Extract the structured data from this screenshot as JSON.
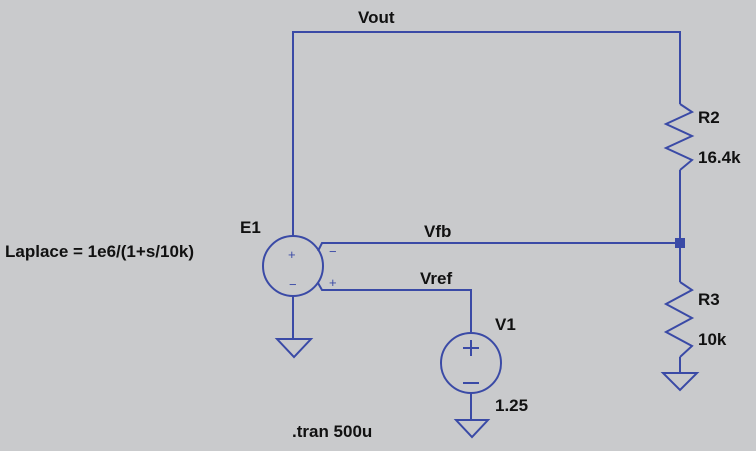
{
  "nets": {
    "vout": "Vout",
    "vfb": "Vfb",
    "vref": "Vref"
  },
  "components": {
    "e1": {
      "name": "E1",
      "value": "Laplace = 1e6/(1+s/10k)",
      "pin_plus": "+",
      "pin_minus": "−",
      "in_minus": "−",
      "in_plus": "+"
    },
    "r2": {
      "name": "R2",
      "value": "16.4k"
    },
    "r3": {
      "name": "R3",
      "value": "10k"
    },
    "v1": {
      "name": "V1",
      "value": "1.25"
    }
  },
  "directive": ".tran 500u",
  "colors": {
    "wire": "#3a4aa6",
    "background": "#c9cacc"
  }
}
